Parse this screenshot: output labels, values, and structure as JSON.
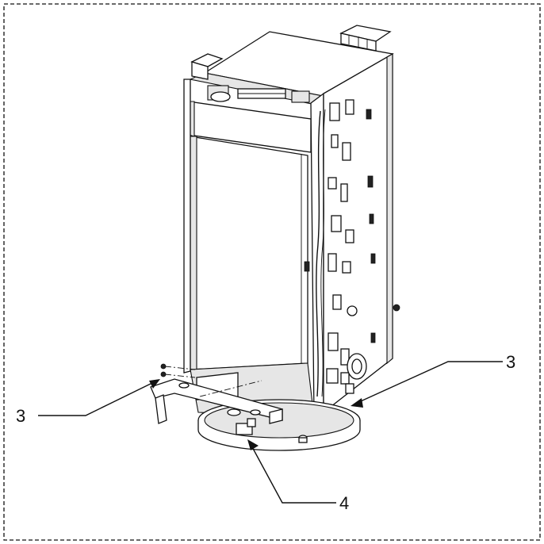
{
  "diagram": {
    "callouts": [
      {
        "id": "left-screw",
        "label": "3"
      },
      {
        "id": "right-screw",
        "label": "3"
      },
      {
        "id": "base-bracket",
        "label": "4"
      }
    ],
    "colors": {
      "line": "#111111",
      "background": "#ffffff",
      "panel_fill": "#e6e6e6"
    }
  }
}
